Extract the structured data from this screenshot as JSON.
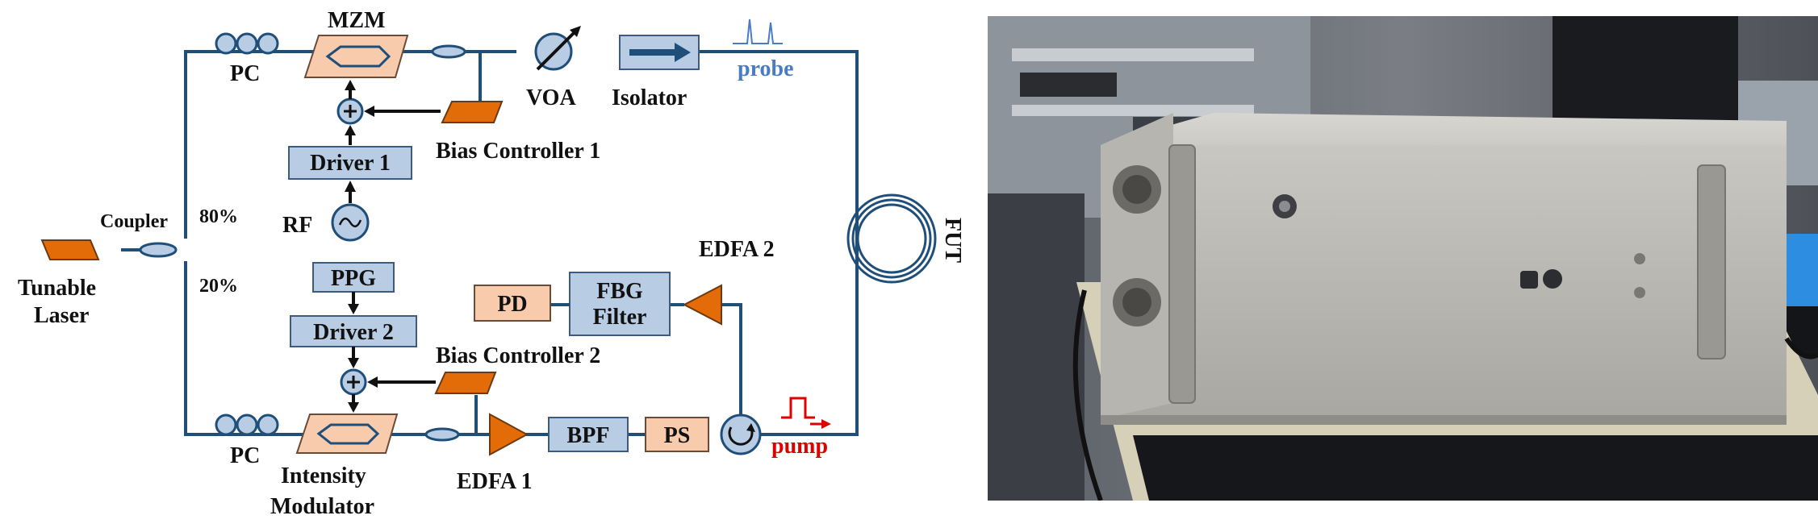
{
  "diagram": {
    "laser": [
      "Tunable",
      "Laser"
    ],
    "coupler": "Coupler",
    "split_top": "80%",
    "split_bottom": "20%",
    "pc_top": "PC",
    "pc_bottom": "PC",
    "mzm": "MZM",
    "driver1": "Driver 1",
    "rf": "RF",
    "bias1": "Bias Controller 1",
    "voa": "VOA",
    "isolator": "Isolator",
    "probe": "probe",
    "fut": "FUT",
    "ppg": "PPG",
    "driver2": "Driver 2",
    "bias2": "Bias Controller 2",
    "modulator": [
      "Intensity",
      "Modulator"
    ],
    "edfa1": "EDFA 1",
    "bpf": "BPF",
    "ps": "PS",
    "pump": "pump",
    "edfa2": "EDFA 2",
    "fbg": [
      "FBG",
      "Filter"
    ],
    "pd": "PD",
    "colors": {
      "fiber": "#1f4e79",
      "blue_block": "#b8cce4",
      "orange_block": "#f8cbad",
      "device_orange": "#e36c09",
      "probe_text": "#4a7cc4",
      "pump_text": "#e00000"
    }
  }
}
